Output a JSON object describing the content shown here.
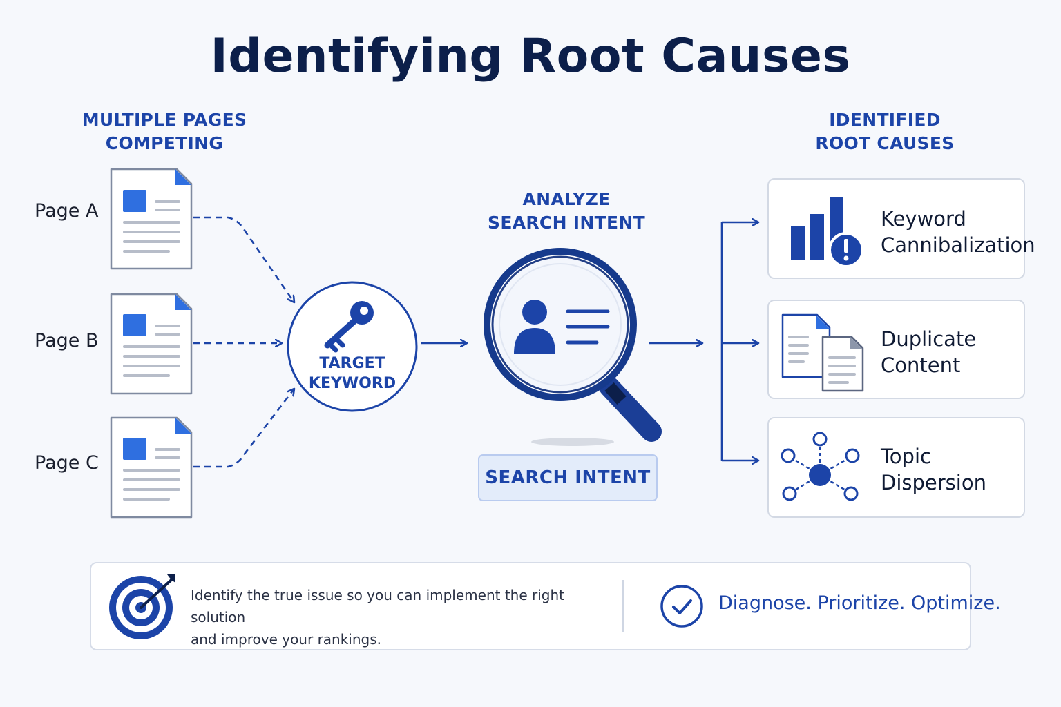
{
  "title": "Identifying Root Causes",
  "left_heading": [
    "MULTIPLE PAGES",
    "COMPETING"
  ],
  "pages": [
    {
      "label": "Page A"
    },
    {
      "label": "Page B"
    },
    {
      "label": "Page C"
    }
  ],
  "keyword": {
    "line1": "TARGET",
    "line2": "KEYWORD",
    "icon": "key-icon"
  },
  "analyze_heading": [
    "ANALYZE",
    "SEARCH INTENT"
  ],
  "search_intent_label": "SEARCH INTENT",
  "right_heading": [
    "IDENTIFIED",
    "ROOT CAUSES"
  ],
  "causes": [
    {
      "line1": "Keyword",
      "line2": "Cannibalization",
      "icon": "bar-chart-alert-icon"
    },
    {
      "line1": "Duplicate",
      "line2": "Content",
      "icon": "duplicate-documents-icon"
    },
    {
      "line1": "Topic",
      "line2": "Dispersion",
      "icon": "network-nodes-icon"
    }
  ],
  "footer": {
    "line1": "Identify the true issue so you can implement the right solution",
    "line2": "and improve your rankings.",
    "motto": "Diagnose. Prioritize. Optimize."
  },
  "colors": {
    "primary": "#1c44a8",
    "navy": "#0c1f4a",
    "doc_blue": "#2f6fe0",
    "background": "#f6f8fc"
  }
}
